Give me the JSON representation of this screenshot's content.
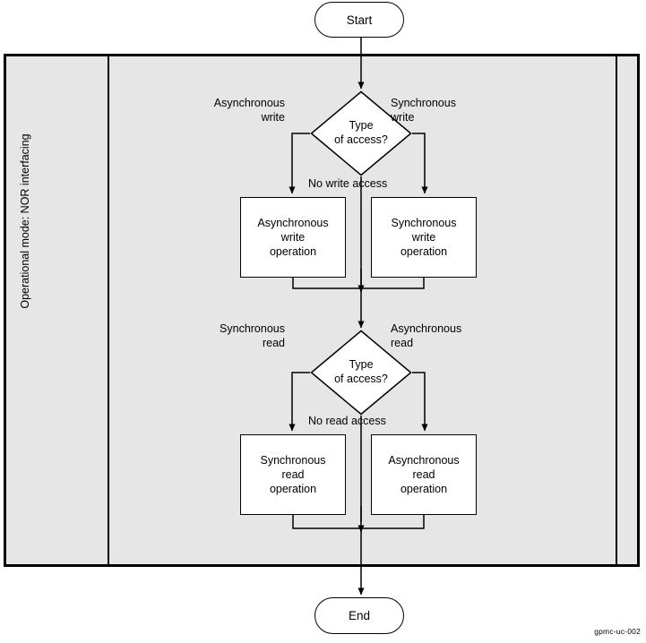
{
  "figure": {
    "id_label": "gpmc-uc-002",
    "band_label": "Operational mode: NOR interfacing"
  },
  "nodes": {
    "start": {
      "label": "Start",
      "shape": "terminator"
    },
    "end": {
      "label": "End",
      "shape": "terminator"
    },
    "decision_write": {
      "line1": "Type",
      "line2": "of access?",
      "shape": "decision"
    },
    "decision_read": {
      "line1": "Type",
      "line2": "of access?",
      "shape": "decision"
    },
    "async_write_op": {
      "line1": "Asynchronous",
      "line2": "write",
      "line3": "operation",
      "shape": "process"
    },
    "sync_write_op": {
      "line1": "Synchronous",
      "line2": "write",
      "line3": "operation",
      "shape": "process"
    },
    "sync_read_op": {
      "line1": "Synchronous",
      "line2": "read",
      "line3": "operation",
      "shape": "process"
    },
    "async_read_op": {
      "line1": "Asynchronous",
      "line2": "read",
      "line3": "operation",
      "shape": "process"
    }
  },
  "edge_labels": {
    "async_write": "Asynchronous\nwrite",
    "sync_write": "Synchronous\nwrite",
    "no_write_access": "No write access",
    "sync_read": "Synchronous\nread",
    "async_read": "Asynchronous\nread",
    "no_read_access": "No read access"
  },
  "colors": {
    "band_fill": "#e6e6e6",
    "node_fill": "#ffffff",
    "stroke": "#000000",
    "page_background": "#ffffff"
  }
}
